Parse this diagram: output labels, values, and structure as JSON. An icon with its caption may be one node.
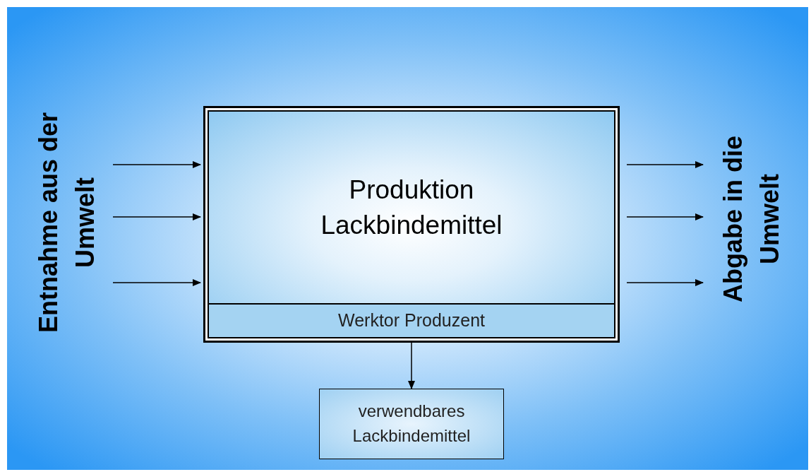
{
  "diagram": {
    "nodes": [
      {
        "text": [
          "Entnahme aus der Umwelt"
        ]
      },
      {
        "text": [
          "Produktion Lackbindemittel"
        ]
      },
      {
        "text": [
          "Werktor Produzent"
        ],
        "in": 1
      },
      {
        "text": [
          "verwendbares Lackbindemittel"
        ]
      },
      {
        "text": [
          "Abgabe in die Umwelt"
        ]
      }
    ],
    "edges": [
      {
        "from": 0,
        "to": 1,
        "arrow": "to"
      },
      {
        "from": 0,
        "to": 1,
        "arrow": "to"
      },
      {
        "from": 0,
        "to": 1,
        "arrow": "to"
      },
      {
        "from": 1,
        "to": 4,
        "arrow": "to"
      },
      {
        "from": 1,
        "to": 4,
        "arrow": "to"
      },
      {
        "from": 1,
        "to": 4,
        "arrow": "to"
      },
      {
        "from": 2,
        "to": 3,
        "arrow": "to"
      }
    ]
  }
}
